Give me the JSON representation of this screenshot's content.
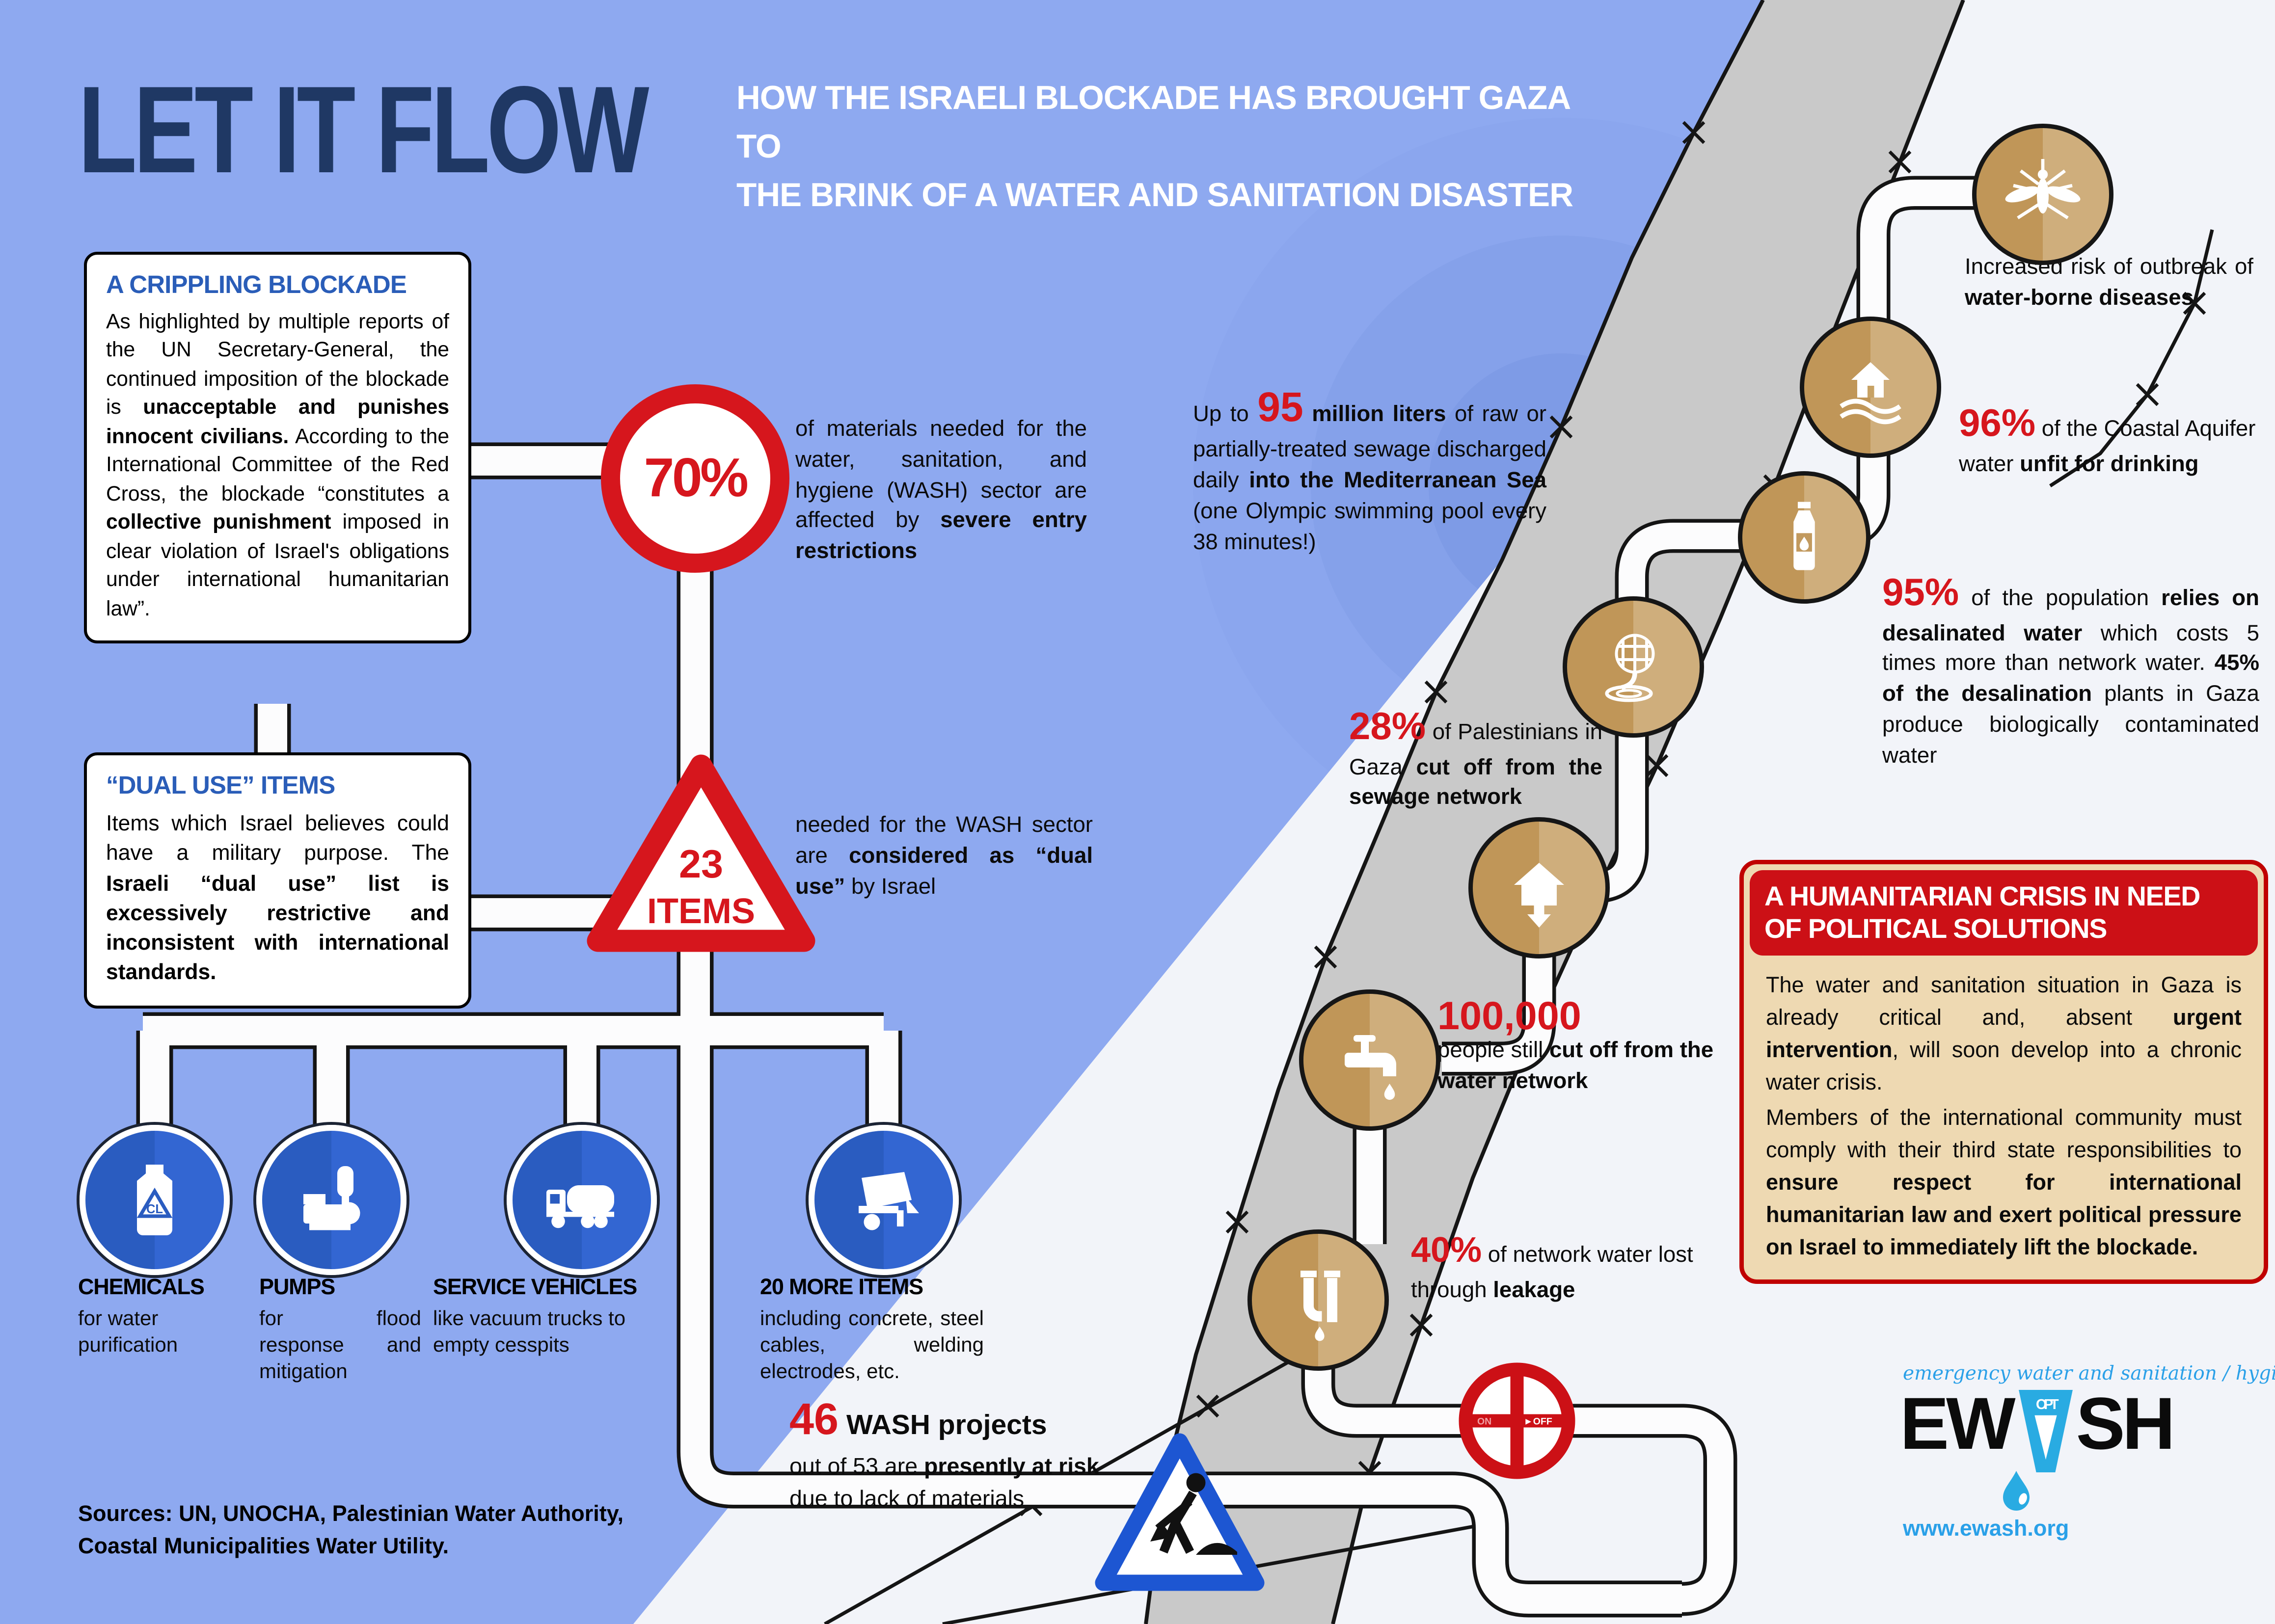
{
  "title": {
    "main": "LET IT FLOW",
    "subtitle_line1": "HOW THE ISRAELI BLOCKADE HAS BROUGHT GAZA TO",
    "subtitle_line2": "THE BRINK OF A WATER AND SANITATION DISASTER"
  },
  "colors": {
    "background_blue": "#8ea9f0",
    "navy_title": "#1f3864",
    "accent_red": "#d6161d",
    "panel_title_blue": "#2a5db8",
    "crisis_bg": "#eed9b2",
    "crisis_header_red": "#cc1016",
    "item_circle_blue": "#2e63cb",
    "map_circle_tan": "#c8a264",
    "gaza_strip_gray": "#c9c9c9",
    "ewash_blue": "#29abe2"
  },
  "boxes": {
    "blockade": {
      "title": "A CRIPPLING BLOCKADE",
      "p1": "As highlighted by multiple reports of the UN Secretary-General, the continued imposition of the blockade is ",
      "b1": "unacceptable and punishes innocent civilians.",
      "p2": " According to the International Committee of the Red Cross, the blockade “constitutes a ",
      "b2": "collective punishment",
      "p3": " imposed in clear violation of Israel's obligations under international humanitarian law”."
    },
    "dual_use": {
      "title": "“DUAL USE” ITEMS",
      "p1": "Items which Israel believes could have a military purpose. The ",
      "b1": "Israeli “dual use” list is excessively restrictive and inconsistent with international standards."
    },
    "crisis": {
      "title": "A HUMANITARIAN CRISIS IN NEED OF POLITICAL SOLUTIONS",
      "p1": "The water and sanitation situation in Gaza is already critical and, absent ",
      "b1": "urgent intervention",
      "p2": ", will soon develop into a chronic water crisis.",
      "p3": "Members of the international community must comply with their third state responsibilities to ",
      "b2": "ensure respect for international humanitarian law and exert political pressure on Israel to immediately lift the blockade."
    }
  },
  "stats": {
    "s70": {
      "value": "70%",
      "p1": "of materials needed for the water, sanitation, and hygiene (WASH) sector are affected by ",
      "b1": "severe entry restrictions"
    },
    "s23": {
      "value": "23",
      "label": "ITEMS",
      "p1": "needed for the WASH sector are ",
      "b1": "considered as “dual use”",
      "p2": " by Israel"
    },
    "s95m": {
      "p1": "Up to ",
      "value": "95",
      "b1": " million liters",
      "p2": " of raw or partially-treated sewage discharged daily ",
      "b2": "into the Mediterranean Sea",
      "p3": " (one Olympic swimming pool every 38 minutes!)"
    },
    "s28": {
      "value": "28%",
      "p1": " of Palestinians in Gaza ",
      "b1": "cut off from the sewage network"
    },
    "disease": {
      "p1": "Increased risk of outbreak of ",
      "b1": "water-borne diseases"
    },
    "s96": {
      "value": "96%",
      "p1": " of the Coastal Aquifer water ",
      "b1": "unfit for drinking"
    },
    "s95": {
      "value": "95%",
      "p1": " of the population ",
      "b1": "relies on desalinated water",
      "p2": " which costs 5 times more than network water. ",
      "b2": "45% of the desalination",
      "p3": " plants in Gaza produce biologically contaminated water"
    },
    "s100k": {
      "value": "100,000",
      "p1": "people still ",
      "b1": "cut off from the water network"
    },
    "s40": {
      "value": "40%",
      "p1": " of network water lost through ",
      "b1": "leakage"
    },
    "projects": {
      "value": "46",
      "l1b": " WASH projects",
      "l2a": "out of 53 are ",
      "l2b": "presently at risk",
      "l3": "due to lack of materials"
    }
  },
  "restricted_items": [
    {
      "title": "CHEMICALS",
      "desc": "for water purification",
      "icon": "chemical-jug-icon",
      "badge": "CL"
    },
    {
      "title": "PUMPS",
      "desc": "for flood response and mitigation",
      "icon": "water-pump-icon"
    },
    {
      "title": "SERVICE VEHICLES",
      "desc": "like vacuum trucks to empty cesspits",
      "icon": "vacuum-truck-icon"
    },
    {
      "title": "20 MORE ITEMS",
      "desc": "including concrete, steel cables, welding electrodes, etc.",
      "icon": "concrete-mixer-icon"
    }
  ],
  "sources": {
    "line1": "Sources: UN, UNOCHA, Palestinian Water Authority,",
    "line2": "Coastal Municipalities Water Utility."
  },
  "valve": {
    "on": "ON",
    "off": "►OFF"
  },
  "ewash": {
    "tagline": "emergency water and sanitation / hygiene",
    "logo_left": "EW",
    "logo_mid": "OPT",
    "logo_right": "SH",
    "url": "www.ewash.org"
  },
  "map_icons": [
    "mosquito-icon",
    "aquifer-house-icon",
    "water-bottle-icon",
    "desalination-icon",
    "sewage-house-icon",
    "water-tap-icon",
    "leaking-pipe-icon",
    "valve-off-icon",
    "roadworks-icon"
  ]
}
